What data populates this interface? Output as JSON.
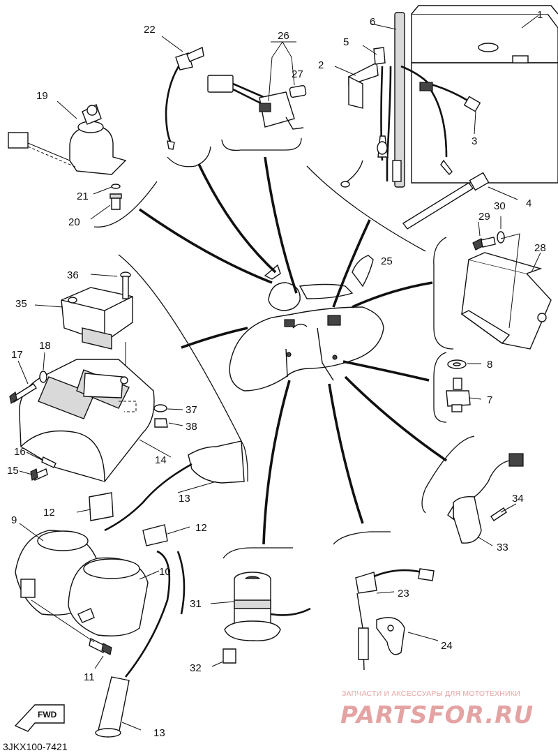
{
  "labels": {
    "p1": "1",
    "p2": "2",
    "p3": "3",
    "p4": "4",
    "p5": "5",
    "p6": "6",
    "p7": "7",
    "p8": "8",
    "p9": "9",
    "p10": "10",
    "p11": "11",
    "p12a": "12",
    "p12b": "12",
    "p13a": "13",
    "p13b": "13",
    "p14": "14",
    "p15": "15",
    "p16": "16",
    "p17": "17",
    "p18": "18",
    "p19": "19",
    "p20": "20",
    "p21": "21",
    "p22": "22",
    "p23": "23",
    "p24": "24",
    "p25": "25",
    "p26": "26",
    "p27": "27",
    "p28": "28",
    "p29": "29",
    "p30": "30",
    "p31": "31",
    "p32": "32",
    "p33": "33",
    "p34": "34",
    "p35": "35",
    "p36": "36",
    "p37": "37",
    "p38": "38"
  },
  "direction_marker": "FWD",
  "diagram_code": "3JKX100-7421",
  "watermark": {
    "tagline": "ЗАПЧАСТИ И АКСЕССУАРЫ ДЛЯ МОТОТЕХНИКИ",
    "logo": "PARTSFOR.RU",
    "color": "#e4a3a3"
  }
}
